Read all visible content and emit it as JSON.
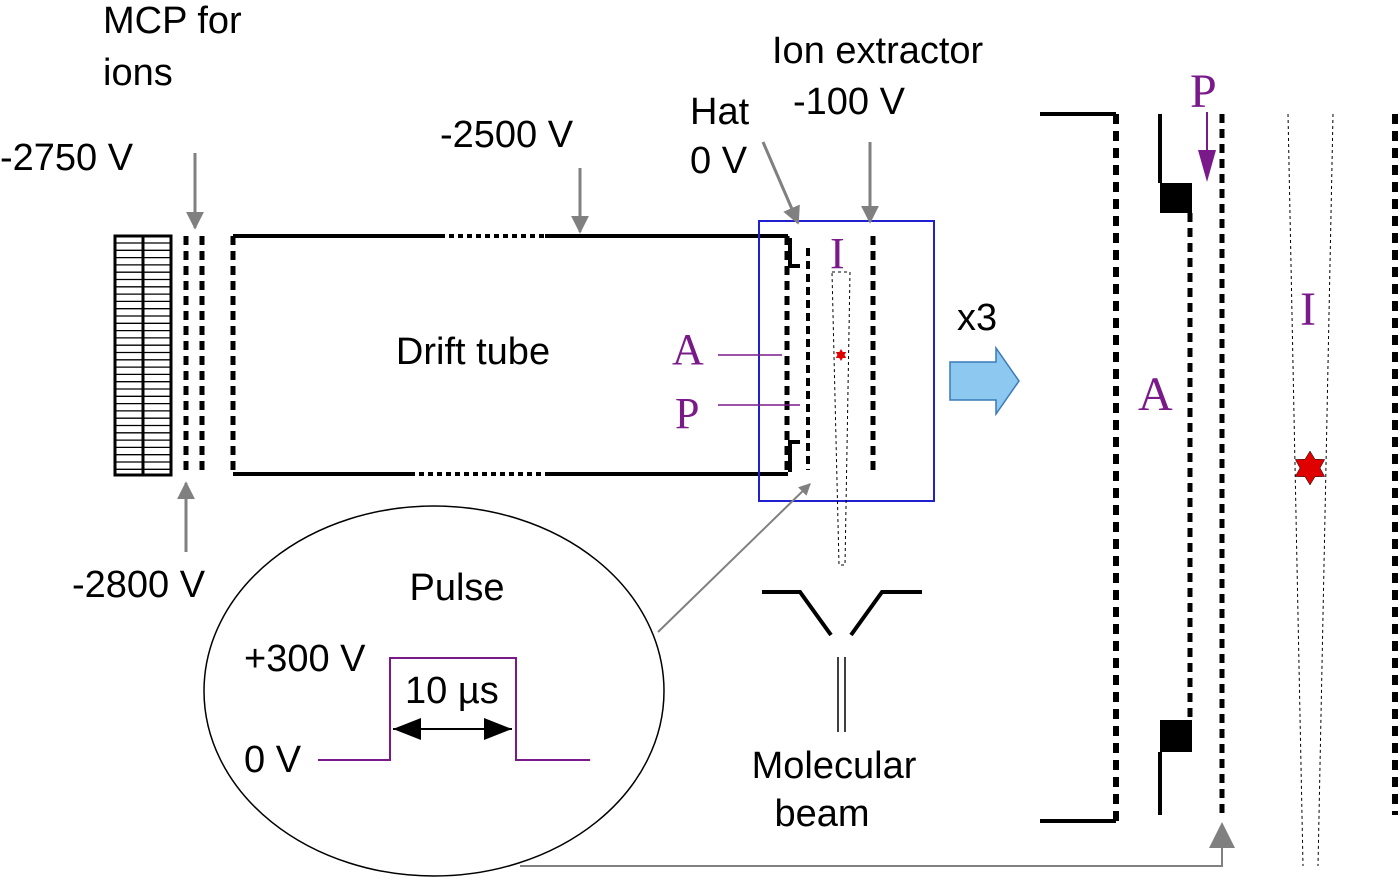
{
  "colors": {
    "line": "#000000",
    "arrow": "#808080",
    "purple": "#7a1a8a",
    "blue_box": "#2020d0",
    "arrow_fill": "#8cc8f0",
    "arrow_stroke": "#3a7ab8",
    "ion_red": "#e00000"
  },
  "labels": {
    "mcp_line1": "MCP for",
    "mcp_line2": "ions",
    "v_2750": "-2750 V",
    "v_2800": "-2800 V",
    "v_2500": "-2500 V",
    "hat_line1": "Hat",
    "hat_line2": "0 V",
    "extractor_line1": "Ion extractor",
    "extractor_line2": "-100 V",
    "drift_tube": "Drift tube",
    "plate_a": "A",
    "plate_p": "P",
    "plate_i": "I",
    "magnify": "x3",
    "pulse_title": "Pulse",
    "pulse_high": "+300 V",
    "pulse_low": "0 V",
    "pulse_width": "10 µs",
    "beam_line1": "Molecular",
    "beam_line2": "beam",
    "zoom_a": "A",
    "zoom_p": "P",
    "zoom_i": "I"
  }
}
